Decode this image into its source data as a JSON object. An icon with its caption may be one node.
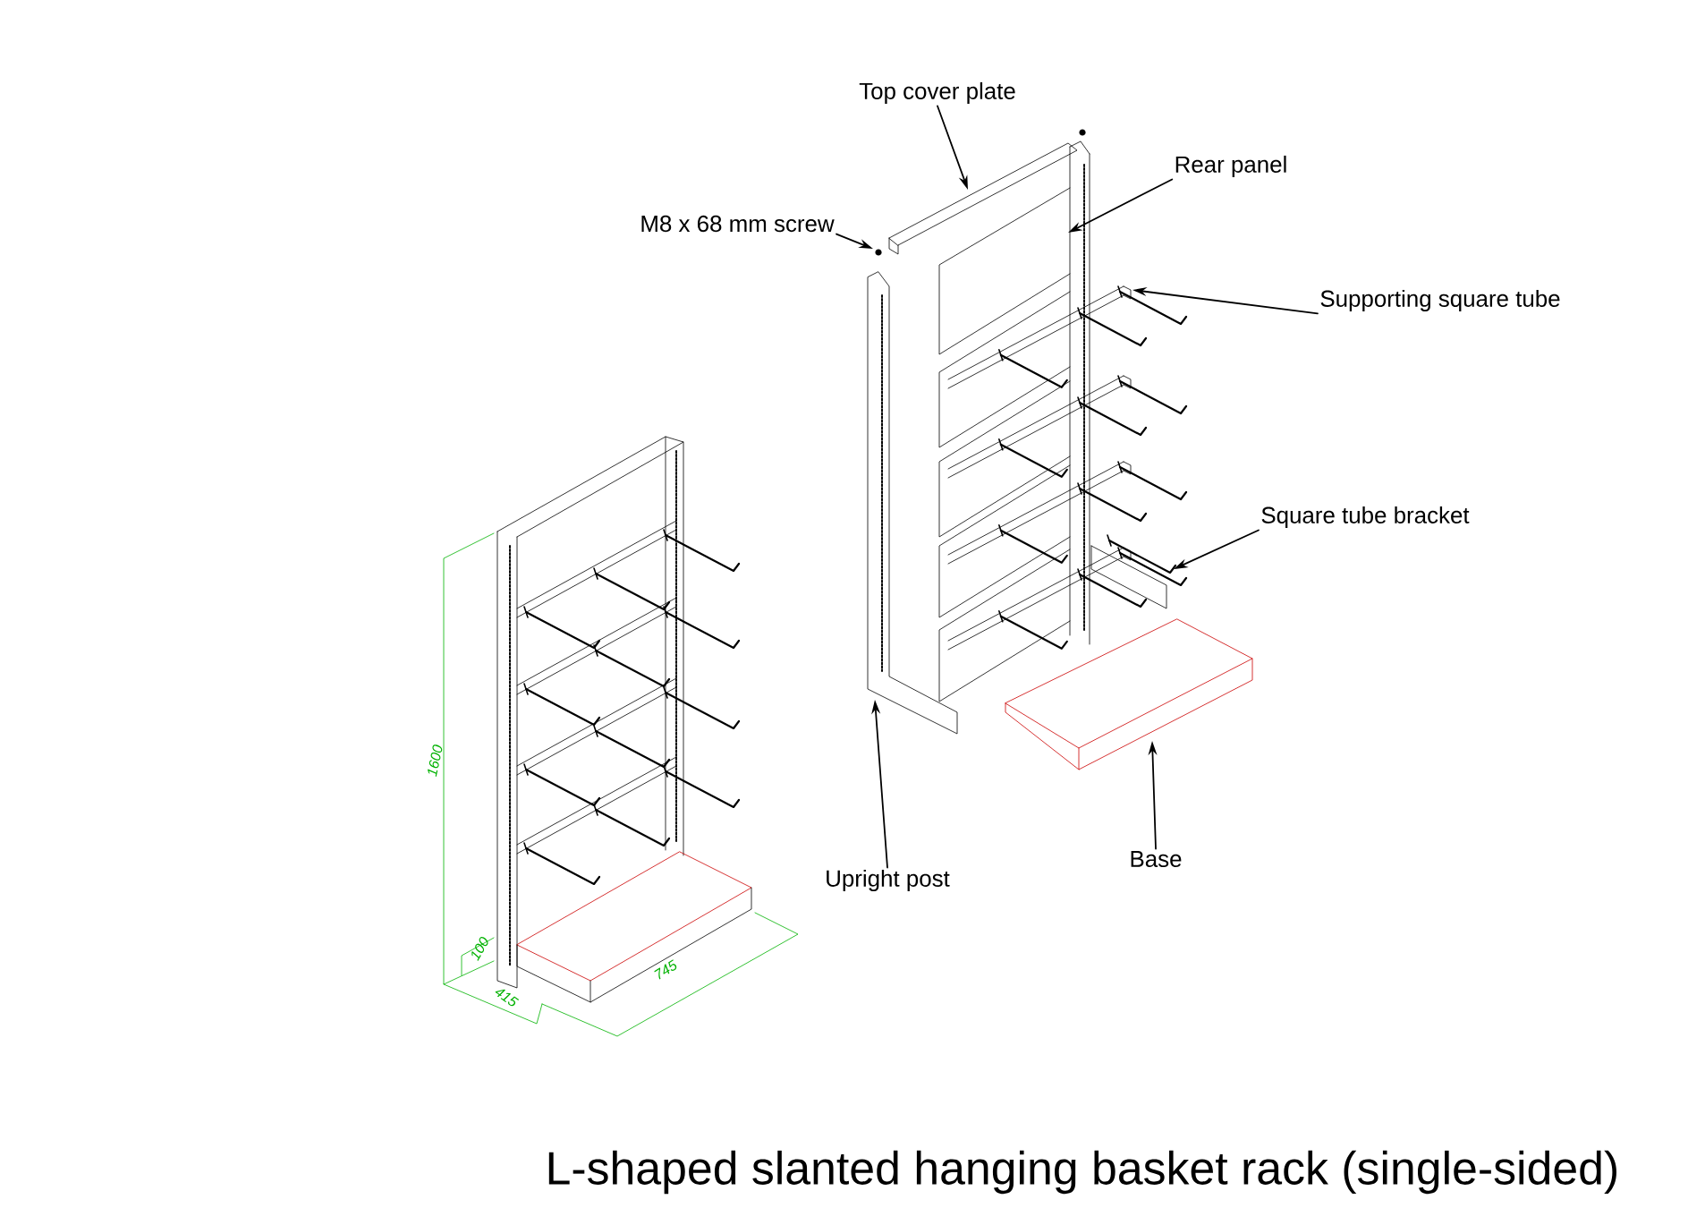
{
  "diagram": {
    "caption": "L-shaped slanted hanging basket rack (single-sided)",
    "nodes": [
      {
        "text": [
          "Top cover plate"
        ]
      },
      {
        "text": [
          "Rear panel"
        ]
      },
      {
        "text": [
          "M8 x 68 mm screw"
        ]
      },
      {
        "text": [
          "Supporting square tube"
        ]
      },
      {
        "text": [
          "Square tube bracket"
        ]
      },
      {
        "text": [
          "Upright post"
        ]
      },
      {
        "text": [
          "Base"
        ]
      },
      {
        "text": [],
        "shape": "picture"
      },
      {
        "text": [],
        "shape": "picture"
      },
      {
        "text": [],
        "shape": "picture"
      },
      {
        "text": [],
        "shape": "picture"
      },
      {
        "text": [],
        "shape": "picture"
      },
      {
        "text": [],
        "shape": "picture"
      },
      {
        "text": [],
        "shape": "picture"
      }
    ],
    "edges": [
      {
        "from": 0,
        "to": 8,
        "arrow": "to"
      },
      {
        "from": 1,
        "to": 10,
        "arrow": "to"
      },
      {
        "from": 2,
        "to": 9,
        "arrow": "to"
      },
      {
        "from": 3,
        "to": 11,
        "arrow": "to"
      },
      {
        "from": 4,
        "to": 12,
        "arrow": "to"
      },
      {
        "from": 5,
        "to": 7,
        "arrow": "to"
      },
      {
        "from": 6,
        "to": 13,
        "arrow": "to"
      }
    ],
    "labels": [
      "1600",
      "100",
      "415",
      "745"
    ]
  }
}
